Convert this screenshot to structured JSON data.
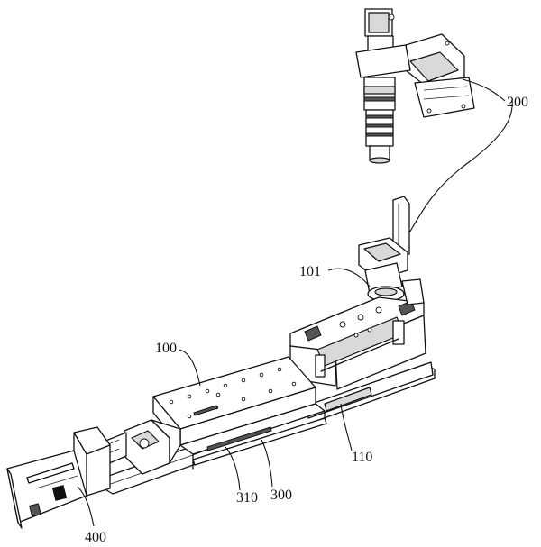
{
  "labels": {
    "camera_module": "200",
    "lens_holder": "101",
    "base_platform": "100",
    "slide_rail": "110",
    "guide_plate": "300",
    "guide_strip": "310",
    "motor": "400"
  }
}
